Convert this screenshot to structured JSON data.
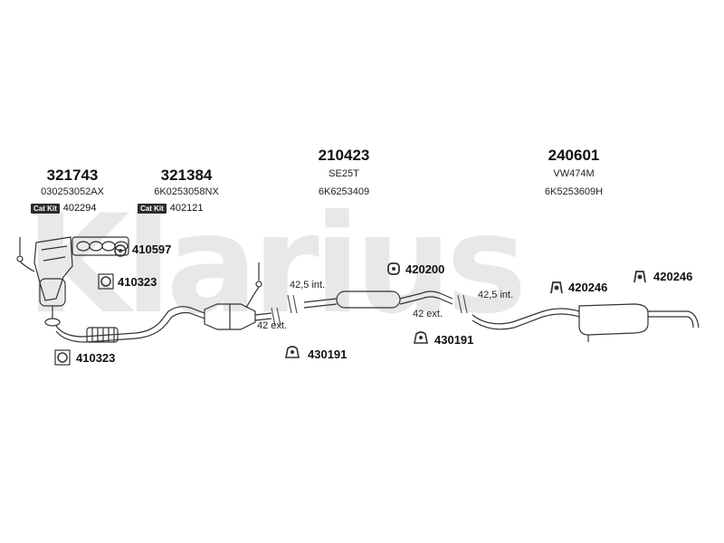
{
  "watermark": "Klarius",
  "groups": [
    {
      "part_number": "321743",
      "reference": "030253052AX",
      "catkit_label": "Cat Kit",
      "catkit_number": "402294"
    },
    {
      "part_number": "321384",
      "reference": "6K0253058NX",
      "catkit_label": "Cat Kit",
      "catkit_number": "402121"
    },
    {
      "part_number": "210423",
      "reference_1": "SE25T",
      "reference_2": "6K6253409"
    },
    {
      "part_number": "240601",
      "reference_1": "VW474M",
      "reference_2": "6K5253609H"
    }
  ],
  "parts": {
    "gasket_manifold": "410597",
    "ring_upper": "410323",
    "ring_lower": "410323",
    "hanger_mid": "420200",
    "rubber_front": "430191",
    "rubber_mid": "430191",
    "mount_rear_1": "420246",
    "mount_rear_2": "420246"
  },
  "dimensions": {
    "front_int": "42,5 int.",
    "front_ext": "42 ext.",
    "rear_int": "42,5 int.",
    "rear_ext": "42 ext."
  }
}
